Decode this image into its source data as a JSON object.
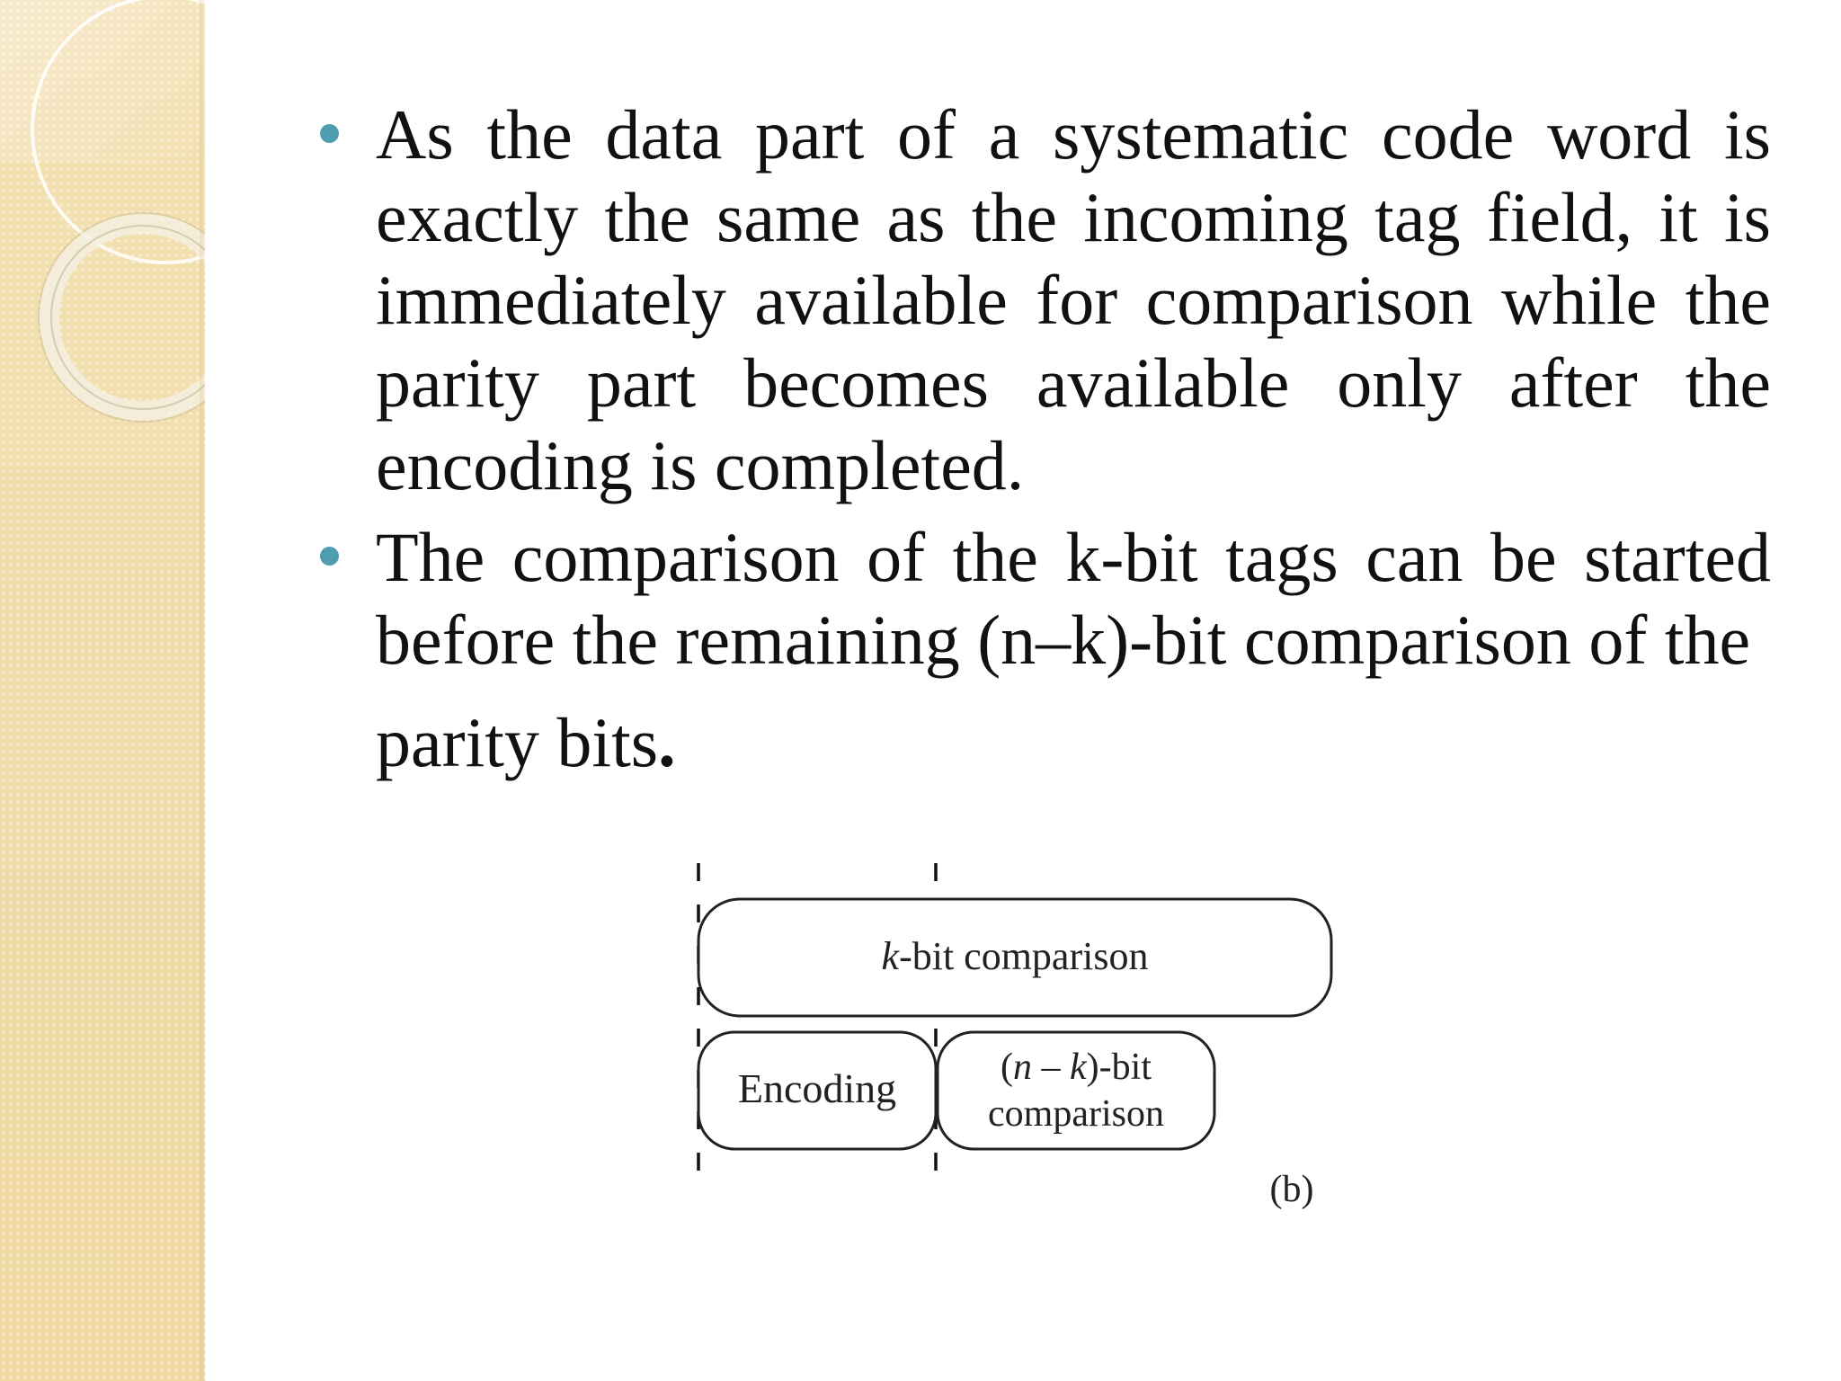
{
  "bullets": [
    {
      "text": "As the data part of a systematic code word is exactly the same as the incoming tag field, it is immediately available for comparison while the parity part becomes available only after the encoding is completed."
    },
    {
      "text_main": "The comparison of the k-bit tags can be started before the remaining (n–k)-bit comparison of the",
      "text_tail": "parity bits",
      "text_end": "."
    }
  ],
  "diagram": {
    "k_bit_label_var": "k",
    "k_bit_label_rest": "-bit comparison",
    "encoding_label": "Encoding",
    "nk_label_open": "(",
    "nk_label_n": "n",
    "nk_label_minus": " – ",
    "nk_label_k": "k",
    "nk_label_close": ")-bit",
    "nk_label_line2": "comparison",
    "caption": "(b)"
  },
  "colors": {
    "sidebar": "#f2deae",
    "bullet": "#4f9db0",
    "text": "#111111"
  }
}
